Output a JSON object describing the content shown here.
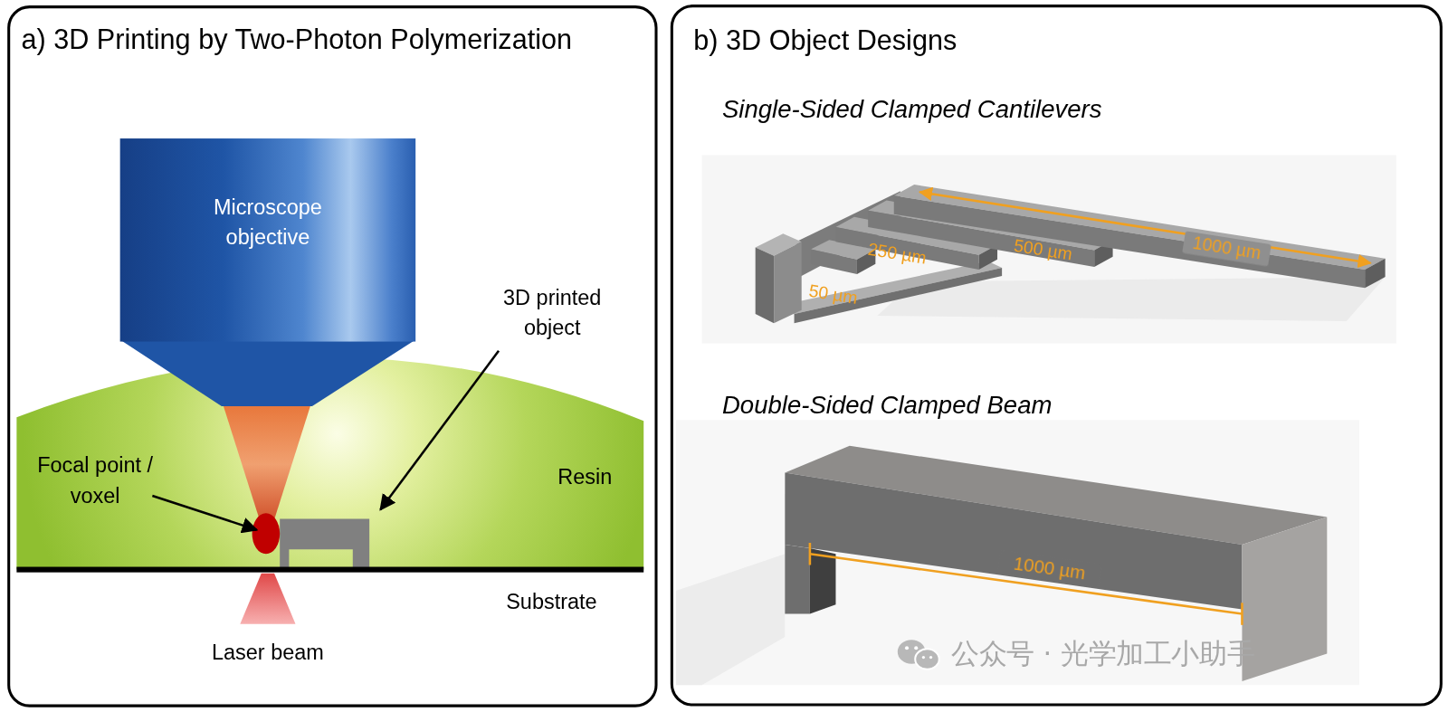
{
  "diagram": {
    "nodes": [
      {
        "text": [
          "a) 3D Printing by Two-Photon Polymerization"
        ]
      },
      {
        "text": [
          "Microscope objective"
        ],
        "in": 0
      },
      {
        "text": [
          "b) 3D Object Designs"
        ]
      }
    ],
    "labels": [
      "Focal point / voxel",
      "3D printed object",
      "Resin",
      "Substrate",
      "Laser beam",
      "Single-Sided Clamped Cantilevers",
      "250 µm",
      "500 µm",
      "1000 µm",
      "50 µm",
      "Double-Sided Clamped Beam",
      "1000 µm",
      "公众号 · 光学加工小助手"
    ]
  }
}
